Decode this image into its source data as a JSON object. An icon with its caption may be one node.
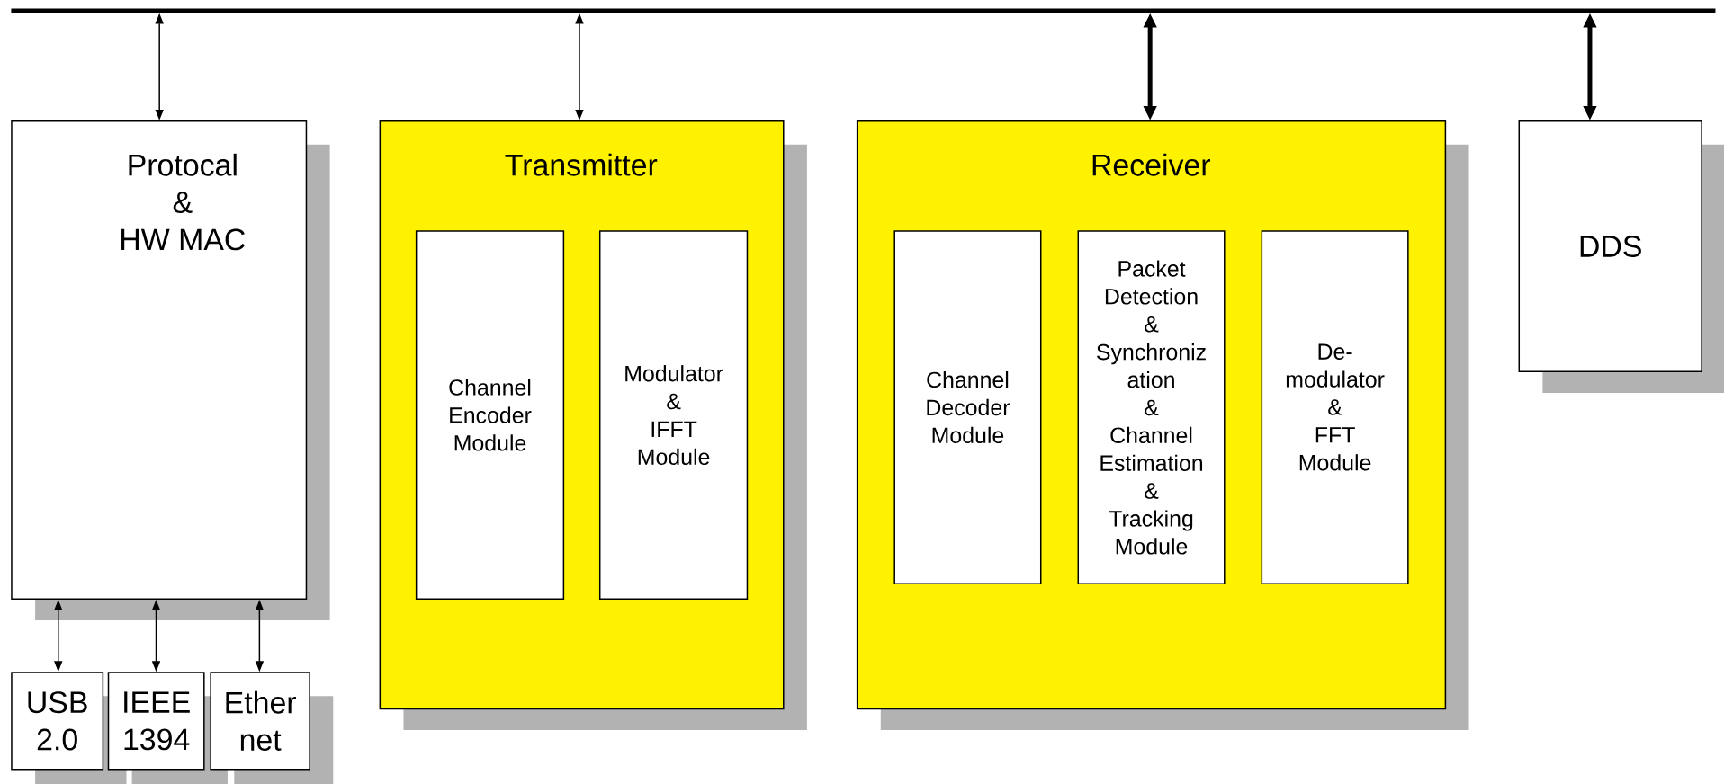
{
  "diagram": {
    "nodes": [
      {
        "text": [],
        "shape": "bar"
      },
      {
        "text": [
          "Protocal & HW MAC"
        ]
      },
      {
        "text": [
          "Transmitter"
        ]
      },
      {
        "text": [
          "Channel Encoder Module"
        ],
        "in": 2
      },
      {
        "text": [
          "Modulator & IFFT Module"
        ],
        "in": 2
      },
      {
        "text": [
          "Receiver"
        ]
      },
      {
        "text": [
          "Channel Decoder Module"
        ],
        "in": 5
      },
      {
        "text": [
          "Packet Detection & Synchroniz ation & Channel Estimation & Tracking Module"
        ],
        "in": 5
      },
      {
        "text": [
          "De- modulator & FFT Module"
        ],
        "in": 5
      },
      {
        "text": [
          "DDS"
        ]
      },
      {
        "text": [
          "USB 2.0"
        ]
      },
      {
        "text": [
          "IEEE 1394"
        ]
      },
      {
        "text": [
          "Ether net"
        ]
      }
    ],
    "edges": [
      {
        "from": 0,
        "to": 1,
        "arrow": "both"
      },
      {
        "from": 0,
        "to": 2,
        "arrow": "both"
      },
      {
        "from": 0,
        "to": 5,
        "arrow": "both",
        "style": "thick"
      },
      {
        "from": 0,
        "to": 9,
        "arrow": "both",
        "style": "thick"
      },
      {
        "from": 1,
        "to": 10,
        "arrow": "both"
      },
      {
        "from": 1,
        "to": 11,
        "arrow": "both"
      },
      {
        "from": 1,
        "to": 12,
        "arrow": "both"
      }
    ]
  }
}
